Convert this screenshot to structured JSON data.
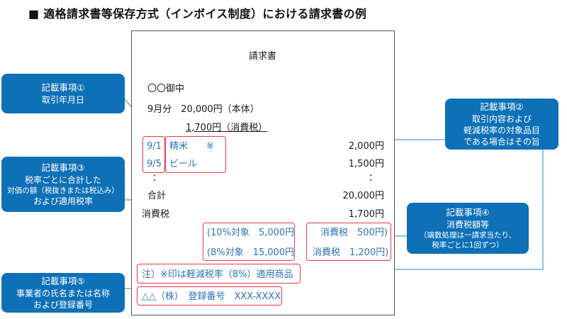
{
  "page_title": "■ 適格請求書等保存方式（インボイス制度）における請求書の例",
  "invoice": {
    "heading": "請求書",
    "addressee": "〇〇御中",
    "month_line": "9月分　20,000円（本体）",
    "tax_line": "1,700円（消費税）",
    "items": [
      {
        "date": "9/1",
        "name": "精米　　※",
        "amount": "2,000円"
      },
      {
        "date": "9/5",
        "name": "ビール",
        "amount": "1,500円"
      }
    ],
    "ellipsis": "：",
    "total_label": "合計",
    "total_amount": "20,000円",
    "tax_label": "消費税",
    "tax_amount": "1,700円",
    "rate_lines": [
      "(10%対象　5,000円",
      "(8%対象　15,000円"
    ],
    "tax_by_rate": [
      "消費税　500円)",
      "消費税　1,200円)"
    ],
    "note": "注）※印は軽減税率（8%）適用商品",
    "registrant": "△△（株）　登録番号　XXX-XXXX"
  },
  "callouts": [
    {
      "title": "記載事項①",
      "lines": [
        "取引年月日"
      ]
    },
    {
      "title": "記載事項②",
      "lines": [
        "取引内容および",
        "軽減税率の対象品目",
        "である場合はその旨"
      ]
    },
    {
      "title": "記載事項③",
      "lines": [
        "税率ごとに合計した",
        "対価の額（税抜きまたは税込み）",
        "および適用税率"
      ]
    },
    {
      "title": "記載事項④",
      "lines": [
        "消費税額等",
        "（端数処理は一請求当たり、",
        "税率ごとに1回ずつ）"
      ]
    },
    {
      "title": "記載事項⑤",
      "lines": [
        "事業者の氏名または名称",
        "および登録番号"
      ]
    }
  ],
  "colors": {
    "callout_bg": "#0e70b7",
    "highlight": "#e8394a",
    "accent_text": "#2e74b5",
    "connector": "#2e86c1"
  }
}
